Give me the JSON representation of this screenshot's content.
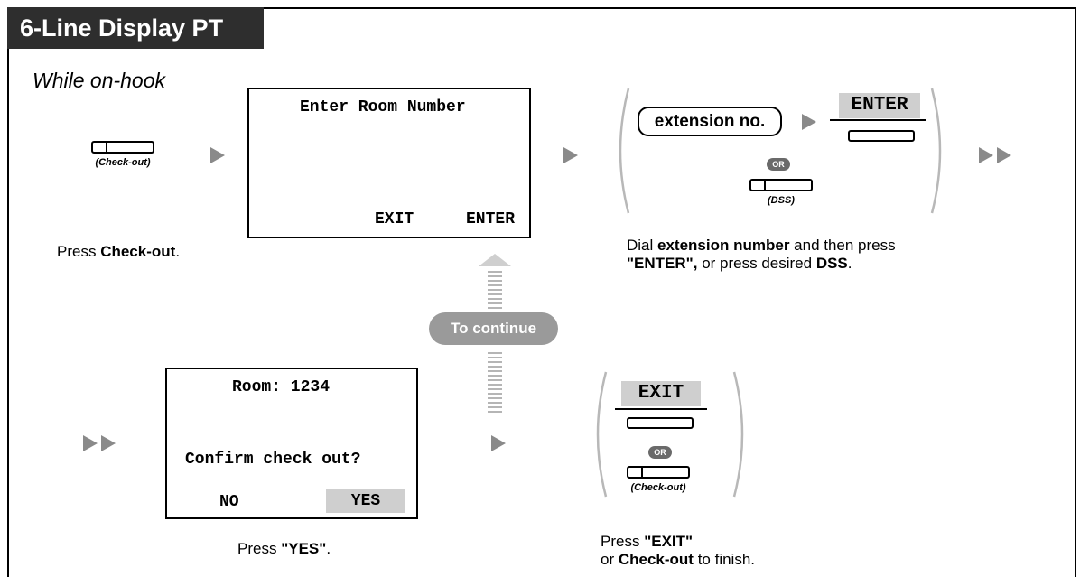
{
  "header": {
    "title": "6-Line Display PT"
  },
  "subtitle": "While on-hook",
  "step1": {
    "key_label": "(Check-out)",
    "caption_prefix": "Press ",
    "caption_bold": "Check-out",
    "caption_suffix": "."
  },
  "lcd1": {
    "line1": "Enter Room Number",
    "softkey_left": "EXIT",
    "softkey_right": "ENTER"
  },
  "step2": {
    "extension_label": "extension no.",
    "enter_softkey": "ENTER",
    "or_label": "OR",
    "dss_label": "(DSS)",
    "caption_1a": "Dial ",
    "caption_1b": "extension number",
    "caption_1c": " and then press",
    "caption_2a": "\"ENTER\",",
    "caption_2b": " or press desired ",
    "caption_2c": "DSS",
    "caption_2d": "."
  },
  "continue_label": "To continue",
  "lcd2": {
    "line1": "Room: 1234",
    "line2": "Confirm check out?",
    "softkey_left": "NO",
    "softkey_right": "YES"
  },
  "step3": {
    "caption_prefix": "Press ",
    "caption_bold": "\"YES\"",
    "caption_suffix": "."
  },
  "step4": {
    "exit_softkey": "EXIT",
    "or_label": "OR",
    "key_label": "(Check-out)",
    "caption_1a": "Press ",
    "caption_1b": "\"EXIT\"",
    "caption_2a": "or ",
    "caption_2b": "Check-out",
    "caption_2c": " to finish."
  },
  "colors": {
    "header_bg": "#2e2e2e",
    "arrow": "#8a8a8a",
    "softkey_highlight": "#cfcfcf",
    "continue_pill": "#9a9a9a"
  }
}
